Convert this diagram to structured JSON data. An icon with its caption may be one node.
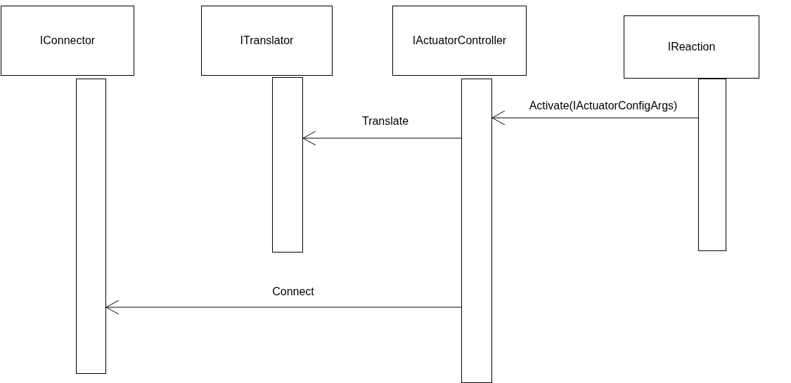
{
  "diagram": {
    "nodes": [
      {
        "text": [
          "IConnector"
        ]
      },
      {
        "text": [
          "ITranslator"
        ]
      },
      {
        "text": [
          "IActuatorController"
        ]
      },
      {
        "text": [
          "IReaction"
        ]
      },
      {
        "text": [],
        "shape": "bar"
      },
      {
        "text": [],
        "shape": "bar"
      },
      {
        "text": [],
        "shape": "bar"
      },
      {
        "text": [],
        "shape": "bar"
      }
    ],
    "edges": [
      {
        "from": 7,
        "to": 6,
        "arrow": "to",
        "label": "Activate(IActuatorConfigArgs)"
      },
      {
        "from": 6,
        "to": 5,
        "arrow": "to",
        "label": "Translate"
      },
      {
        "from": 6,
        "to": 4,
        "arrow": "to",
        "label": "Connect"
      }
    ]
  }
}
